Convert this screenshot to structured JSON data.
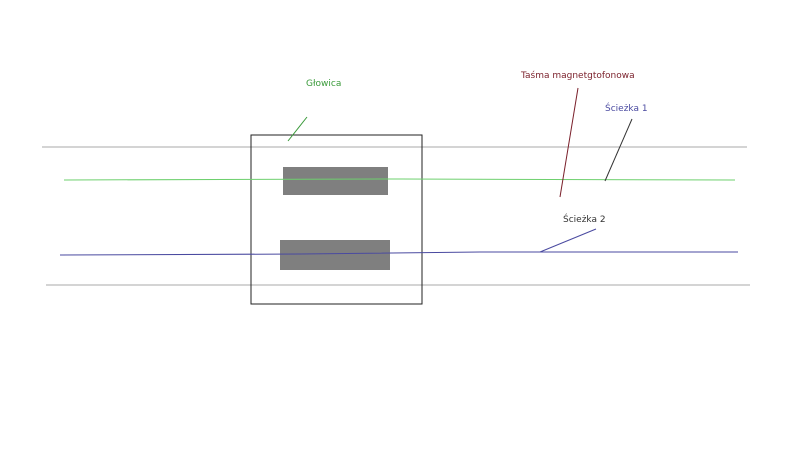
{
  "labels": {
    "head": "Głowica",
    "tape": "Taśma magnetgtofonowa",
    "track1": "Ścieżka 1",
    "track2": "Ścieżka 2"
  },
  "colors": {
    "background": "#ffffff",
    "tape_edge": "#a8a8a8",
    "head_frame": "#222222",
    "head_gap_block": "#7f7f7f",
    "track1": "#6ed06e",
    "track2": "#4a4aa0",
    "head_label": "#3a9a3a",
    "tape_label": "#7a1f2a",
    "track1_label": "#4a4aa0",
    "track2_label": "#333333",
    "track1_leader": "#333333",
    "track2_leader": "#4a4aa0"
  }
}
